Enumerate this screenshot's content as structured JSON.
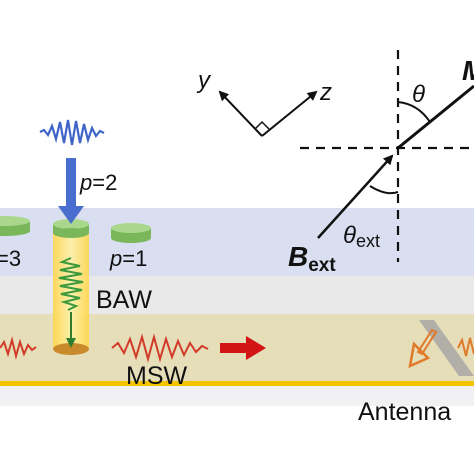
{
  "labels": {
    "y_axis": "y",
    "z_axis": "z",
    "theta": "θ",
    "theta_ext_symbol": "θ",
    "theta_ext_sub": "ext",
    "b_ext_symbol": "B",
    "b_ext_sub": "ext",
    "m_symbol": "M",
    "p2_symbol": "p",
    "p2_value": "=2",
    "p3_value": "=3",
    "p1_symbol": "p",
    "p1_value": "=1",
    "baw": "BAW",
    "msw": "MSW",
    "antenna": "Antenna"
  },
  "colors": {
    "top_layer": "#d9def0",
    "middle_layer": "#e9e9ea",
    "bottom_layer": "#e6ddb9",
    "substrate_line": "#f2c400",
    "pad_green": "#8cc56a",
    "column_yellow": "#ffe27a",
    "input_wave_blue": "#3f64c9",
    "baw_wave_green": "#3c9a3c",
    "msw_wave_red": "#d23a2a",
    "arrow_red": "#d21414",
    "antenna_stripe": "#8b8b8b",
    "antenna_arrow": "#e07a2a"
  }
}
